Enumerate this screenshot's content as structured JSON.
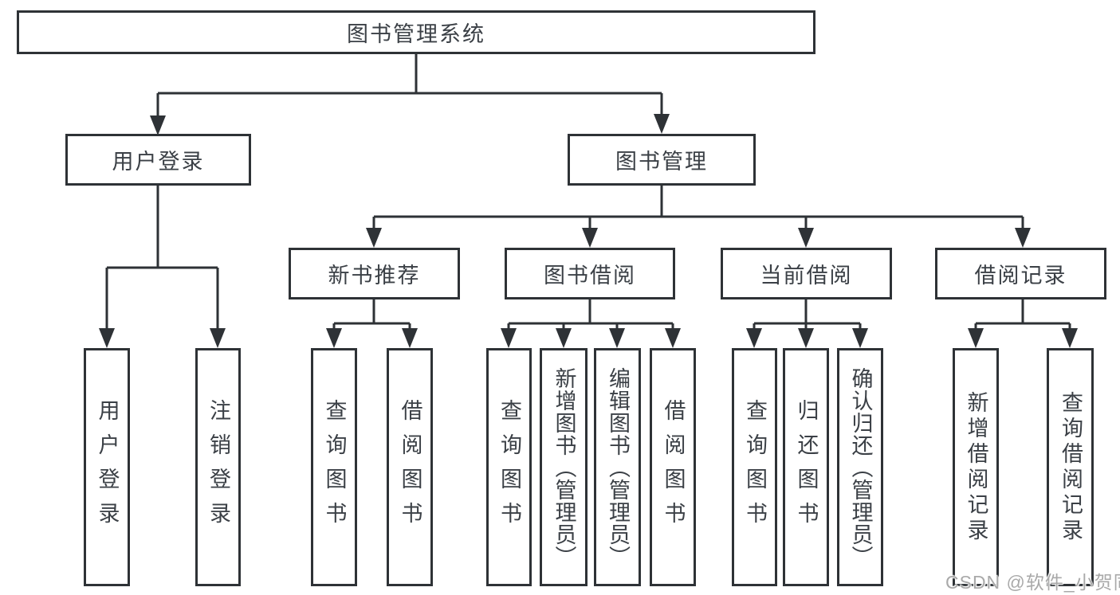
{
  "diagram": {
    "title": "图书管理系统",
    "root": {
      "label": "图书管理系统",
      "children": [
        "用户登录",
        "图书管理"
      ]
    },
    "level2": [
      {
        "label": "用户登录",
        "children": [
          "用户登录",
          "注销登录"
        ]
      },
      {
        "label": "图书管理",
        "children": [
          "新书推荐",
          "图书借阅",
          "当前借阅",
          "借阅记录"
        ]
      }
    ],
    "level3": [
      {
        "label": "新书推荐",
        "children": [
          "查询图书",
          "借阅图书"
        ]
      },
      {
        "label": "图书借阅",
        "children": [
          "查询图书",
          "新增图书（管理员）",
          "编辑图书（管理员）",
          "借阅图书"
        ]
      },
      {
        "label": "当前借阅",
        "children": [
          "查询图书",
          "归还图书",
          "确认归还（管理员）"
        ]
      },
      {
        "label": "借阅记录",
        "children": [
          "新增借阅记录",
          "查询借阅记录"
        ]
      }
    ],
    "leaves": [
      {
        "label": "用户登录",
        "parent": "用户登录"
      },
      {
        "label": "注销登录",
        "parent": "用户登录"
      },
      {
        "label": "查询图书",
        "parent": "新书推荐"
      },
      {
        "label": "借阅图书",
        "parent": "新书推荐"
      },
      {
        "label": "查询图书",
        "parent": "图书借阅"
      },
      {
        "label": "新增图书（管理员）",
        "parent": "图书借阅"
      },
      {
        "label": "编辑图书（管理员）",
        "parent": "图书借阅"
      },
      {
        "label": "借阅图书",
        "parent": "图书借阅"
      },
      {
        "label": "查询图书",
        "parent": "当前借阅"
      },
      {
        "label": "归还图书",
        "parent": "当前借阅"
      },
      {
        "label": "确认归还（管理员）",
        "parent": "当前借阅"
      },
      {
        "label": "新增借阅记录",
        "parent": "借阅记录"
      },
      {
        "label": "查询借阅记录",
        "parent": "借阅记录"
      }
    ],
    "watermark": "CSDN @软件_小贺同学",
    "colors": {
      "line": "#2e3236",
      "box_border": "#2e3236",
      "text": "#3b4046",
      "watermark": "#a9a9a9",
      "background": "#ffffff"
    }
  }
}
